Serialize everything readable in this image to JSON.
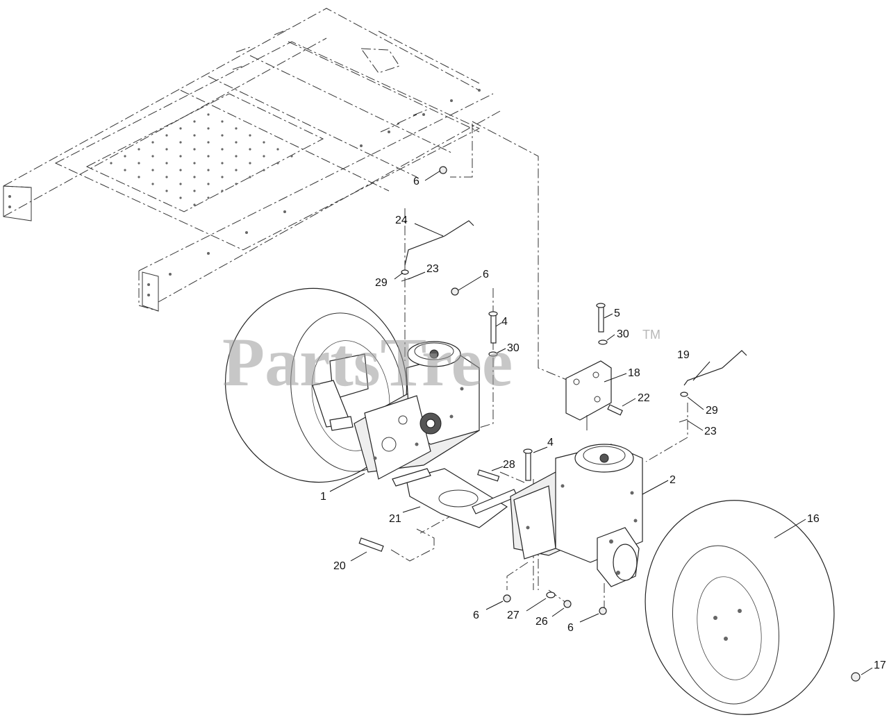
{
  "watermark": {
    "text": "PartsTree",
    "tm": "TM"
  },
  "callouts": [
    {
      "id": "c1",
      "label": "1"
    },
    {
      "id": "c2",
      "label": "2"
    },
    {
      "id": "c4a",
      "label": "4"
    },
    {
      "id": "c4b",
      "label": "4"
    },
    {
      "id": "c5",
      "label": "5"
    },
    {
      "id": "c6a",
      "label": "6"
    },
    {
      "id": "c6b",
      "label": "6"
    },
    {
      "id": "c6c",
      "label": "6"
    },
    {
      "id": "c6d",
      "label": "6"
    },
    {
      "id": "c16",
      "label": "16"
    },
    {
      "id": "c17",
      "label": "17"
    },
    {
      "id": "c18",
      "label": "18"
    },
    {
      "id": "c19",
      "label": "19"
    },
    {
      "id": "c20",
      "label": "20"
    },
    {
      "id": "c21",
      "label": "21"
    },
    {
      "id": "c22",
      "label": "22"
    },
    {
      "id": "c23a",
      "label": "23"
    },
    {
      "id": "c23b",
      "label": "23"
    },
    {
      "id": "c24",
      "label": "24"
    },
    {
      "id": "c26",
      "label": "26"
    },
    {
      "id": "c27",
      "label": "27"
    },
    {
      "id": "c28",
      "label": "28"
    },
    {
      "id": "c29a",
      "label": "29"
    },
    {
      "id": "c29b",
      "label": "29"
    },
    {
      "id": "c30a",
      "label": "30"
    },
    {
      "id": "c30b",
      "label": "30"
    }
  ]
}
